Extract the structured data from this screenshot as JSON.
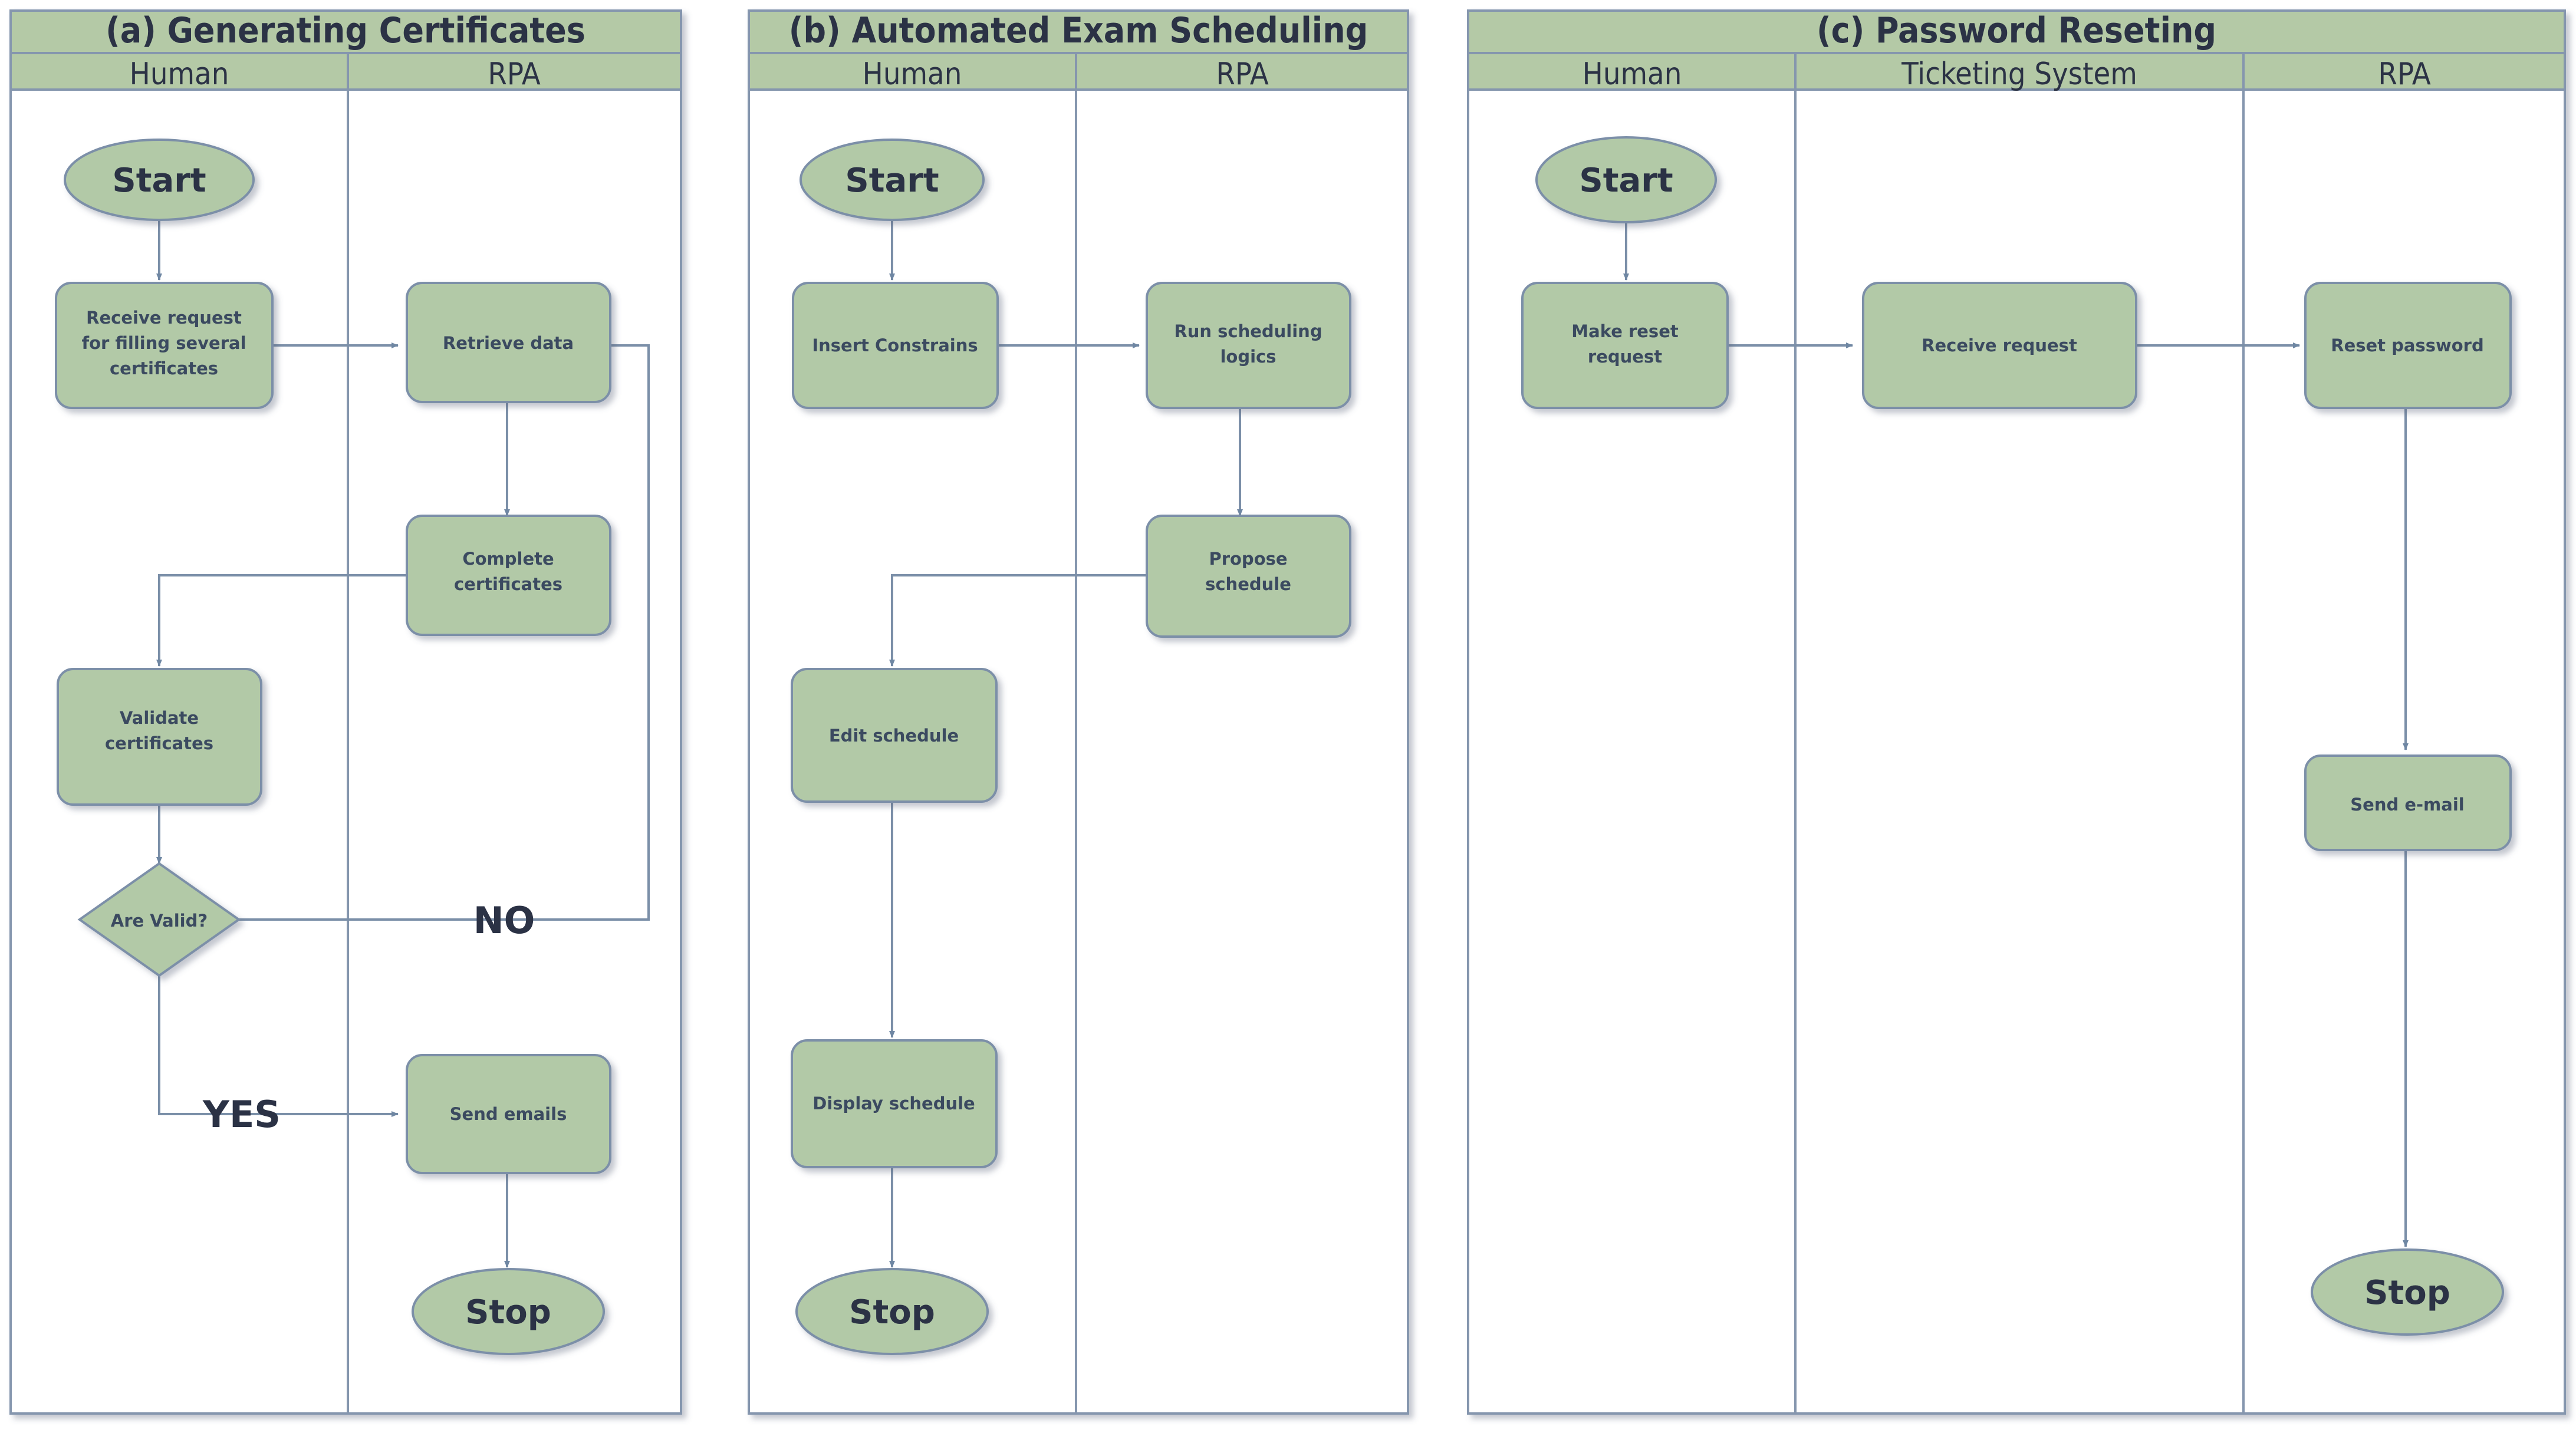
{
  "colors": {
    "node_fill": "#b2c9a7",
    "node_stroke": "#7b8fa8",
    "lane_border": "#8596ae",
    "header_fill": "#b4c9a6",
    "arrow": "#7b8fa8",
    "text_dark": "#3b4a60",
    "title_text": "#2b3245",
    "background": "#ffffff"
  },
  "panels": [
    {
      "id": "panel-a",
      "title": "(a) Generating Certificates",
      "lanes": [
        {
          "id": "lane-human",
          "label": "Human"
        },
        {
          "id": "lane-rpa",
          "label": "RPA"
        }
      ],
      "nodes": [
        {
          "id": "a-start",
          "type": "terminator",
          "label": "Start",
          "lane": "Human"
        },
        {
          "id": "a-receive",
          "type": "process",
          "label": "Receive request for filling several certificates",
          "lane": "Human"
        },
        {
          "id": "a-retrieve",
          "type": "process",
          "label": "Retrieve data",
          "lane": "RPA"
        },
        {
          "id": "a-complete",
          "type": "process",
          "label": "Complete certificates",
          "lane": "RPA"
        },
        {
          "id": "a-validate",
          "type": "process",
          "label": "Validate certificates",
          "lane": "Human"
        },
        {
          "id": "a-arevalid",
          "type": "decision",
          "label": "Are Valid?",
          "lane": "Human"
        },
        {
          "id": "a-sendemails",
          "type": "process",
          "label": "Send emails",
          "lane": "RPA"
        },
        {
          "id": "a-stop",
          "type": "terminator",
          "label": "Stop",
          "lane": "RPA"
        }
      ],
      "edges": [
        {
          "from": "a-start",
          "to": "a-receive",
          "label": ""
        },
        {
          "from": "a-receive",
          "to": "a-retrieve",
          "label": ""
        },
        {
          "from": "a-retrieve",
          "to": "a-complete",
          "label": ""
        },
        {
          "from": "a-complete",
          "to": "a-validate",
          "label": ""
        },
        {
          "from": "a-validate",
          "to": "a-arevalid",
          "label": ""
        },
        {
          "from": "a-arevalid",
          "to": "a-retrieve",
          "label": "NO"
        },
        {
          "from": "a-arevalid",
          "to": "a-sendemails",
          "label": "YES"
        },
        {
          "from": "a-sendemails",
          "to": "a-stop",
          "label": ""
        }
      ]
    },
    {
      "id": "panel-b",
      "title": "(b) Automated Exam Scheduling",
      "lanes": [
        {
          "id": "lane-human",
          "label": "Human"
        },
        {
          "id": "lane-rpa",
          "label": "RPA"
        }
      ],
      "nodes": [
        {
          "id": "b-start",
          "type": "terminator",
          "label": "Start",
          "lane": "Human"
        },
        {
          "id": "b-insert",
          "type": "process",
          "label": "Insert Constrains",
          "lane": "Human"
        },
        {
          "id": "b-run",
          "type": "process",
          "label": "Run scheduling logics",
          "lane": "RPA"
        },
        {
          "id": "b-propose",
          "type": "process",
          "label": "Propose schedule",
          "lane": "RPA"
        },
        {
          "id": "b-edit",
          "type": "process",
          "label": "Edit schedule",
          "lane": "Human"
        },
        {
          "id": "b-display",
          "type": "process",
          "label": "Display schedule",
          "lane": "Human"
        },
        {
          "id": "b-stop",
          "type": "terminator",
          "label": "Stop",
          "lane": "Human"
        }
      ],
      "edges": [
        {
          "from": "b-start",
          "to": "b-insert",
          "label": ""
        },
        {
          "from": "b-insert",
          "to": "b-run",
          "label": ""
        },
        {
          "from": "b-run",
          "to": "b-propose",
          "label": ""
        },
        {
          "from": "b-propose",
          "to": "b-edit",
          "label": ""
        },
        {
          "from": "b-edit",
          "to": "b-display",
          "label": ""
        },
        {
          "from": "b-display",
          "to": "b-stop",
          "label": ""
        }
      ]
    },
    {
      "id": "panel-c",
      "title": "(c) Password Reseting",
      "lanes": [
        {
          "id": "lane-human",
          "label": "Human"
        },
        {
          "id": "lane-ticketing",
          "label": "Ticketing System"
        },
        {
          "id": "lane-rpa",
          "label": "RPA"
        }
      ],
      "nodes": [
        {
          "id": "c-start",
          "type": "terminator",
          "label": "Start",
          "lane": "Human"
        },
        {
          "id": "c-make",
          "type": "process",
          "label": "Make reset request",
          "lane": "Human"
        },
        {
          "id": "c-receive",
          "type": "process",
          "label": "Receive request",
          "lane": "Ticketing System"
        },
        {
          "id": "c-reset",
          "type": "process",
          "label": "Reset password",
          "lane": "RPA"
        },
        {
          "id": "c-send",
          "type": "process",
          "label": "Send e-mail",
          "lane": "RPA"
        },
        {
          "id": "c-stop",
          "type": "terminator",
          "label": "Stop",
          "lane": "RPA"
        }
      ],
      "edges": [
        {
          "from": "c-start",
          "to": "c-make",
          "label": ""
        },
        {
          "from": "c-make",
          "to": "c-receive",
          "label": ""
        },
        {
          "from": "c-receive",
          "to": "c-reset",
          "label": ""
        },
        {
          "from": "c-reset",
          "to": "c-send",
          "label": ""
        },
        {
          "from": "c-send",
          "to": "c-stop",
          "label": ""
        }
      ]
    }
  ]
}
